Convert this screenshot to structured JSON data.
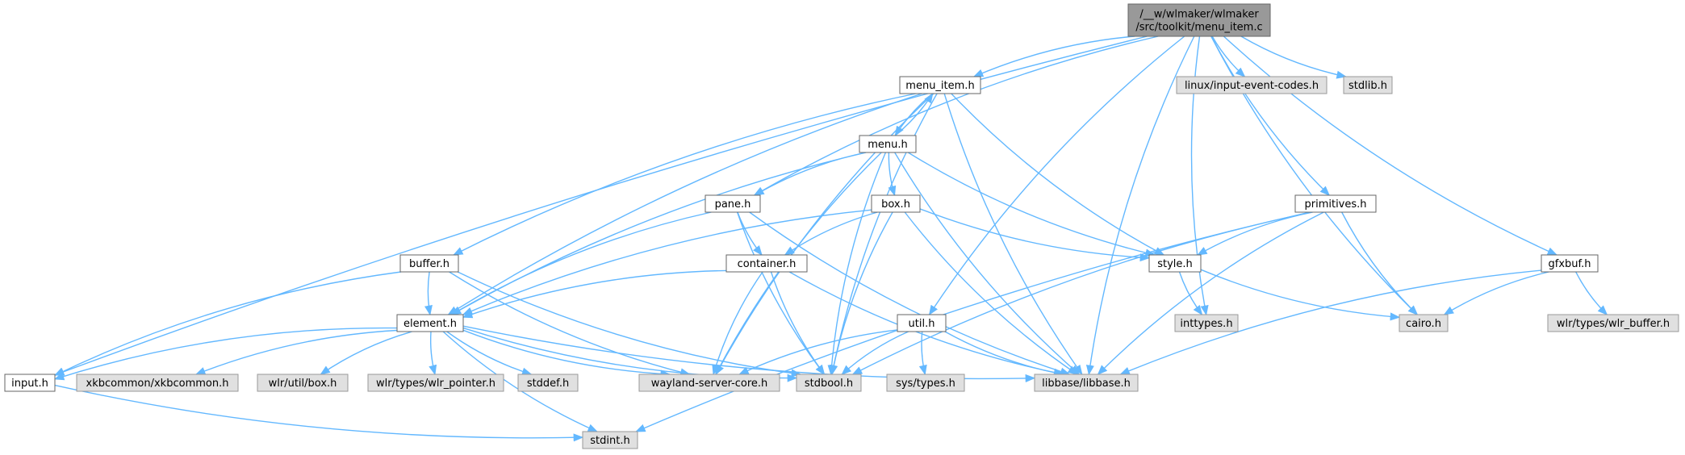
{
  "colors": {
    "edge": "#63b8ff",
    "root_fill": "#999999",
    "root_stroke": "#666666",
    "doc_fill": "#ffffff",
    "doc_stroke": "#666666",
    "ext_fill": "#e0e0e0",
    "ext_stroke": "#999999"
  },
  "nodes": [
    {
      "id": "root",
      "kind": "root",
      "lines": [
        "/__w/wlmaker/wlmaker",
        "/src/toolkit/menu_item.c"
      ]
    },
    {
      "id": "menu_item_h",
      "kind": "doc",
      "lines": [
        "menu_item.h"
      ]
    },
    {
      "id": "linux_input",
      "kind": "ext",
      "lines": [
        "linux/input-event-codes.h"
      ]
    },
    {
      "id": "stdlib_h",
      "kind": "ext",
      "lines": [
        "stdlib.h"
      ]
    },
    {
      "id": "menu_h",
      "kind": "doc",
      "lines": [
        "menu.h"
      ]
    },
    {
      "id": "pane_h",
      "kind": "doc",
      "lines": [
        "pane.h"
      ]
    },
    {
      "id": "box_h",
      "kind": "doc",
      "lines": [
        "box.h"
      ]
    },
    {
      "id": "primitives_h",
      "kind": "doc",
      "lines": [
        "primitives.h"
      ]
    },
    {
      "id": "buffer_h",
      "kind": "doc",
      "lines": [
        "buffer.h"
      ]
    },
    {
      "id": "container_h",
      "kind": "doc",
      "lines": [
        "container.h"
      ]
    },
    {
      "id": "style_h",
      "kind": "doc",
      "lines": [
        "style.h"
      ]
    },
    {
      "id": "gfxbuf_h",
      "kind": "doc",
      "lines": [
        "gfxbuf.h"
      ]
    },
    {
      "id": "element_h",
      "kind": "doc",
      "lines": [
        "element.h"
      ]
    },
    {
      "id": "util_h",
      "kind": "doc",
      "lines": [
        "util.h"
      ]
    },
    {
      "id": "inttypes_h",
      "kind": "ext",
      "lines": [
        "inttypes.h"
      ]
    },
    {
      "id": "cairo_h",
      "kind": "ext",
      "lines": [
        "cairo.h"
      ]
    },
    {
      "id": "wlr_buffer_h",
      "kind": "ext",
      "lines": [
        "wlr/types/wlr_buffer.h"
      ]
    },
    {
      "id": "input_h",
      "kind": "doc",
      "lines": [
        "input.h"
      ]
    },
    {
      "id": "xkbcommon_h",
      "kind": "ext",
      "lines": [
        "xkbcommon/xkbcommon.h"
      ]
    },
    {
      "id": "wlr_box_h",
      "kind": "ext",
      "lines": [
        "wlr/util/box.h"
      ]
    },
    {
      "id": "wlr_pointer_h",
      "kind": "ext",
      "lines": [
        "wlr/types/wlr_pointer.h"
      ]
    },
    {
      "id": "stddef_h",
      "kind": "ext",
      "lines": [
        "stddef.h"
      ]
    },
    {
      "id": "wayland_h",
      "kind": "ext",
      "lines": [
        "wayland-server-core.h"
      ]
    },
    {
      "id": "stdbool_h",
      "kind": "ext",
      "lines": [
        "stdbool.h"
      ]
    },
    {
      "id": "sys_types_h",
      "kind": "ext",
      "lines": [
        "sys/types.h"
      ]
    },
    {
      "id": "libbase_h",
      "kind": "ext",
      "lines": [
        "libbase/libbase.h"
      ]
    },
    {
      "id": "stdint_h",
      "kind": "ext",
      "lines": [
        "stdint.h"
      ]
    }
  ],
  "edges": [
    [
      "root",
      "menu_item_h"
    ],
    [
      "root",
      "linux_input"
    ],
    [
      "root",
      "stdlib_h"
    ],
    [
      "root",
      "pane_h"
    ],
    [
      "root",
      "primitives_h"
    ],
    [
      "root",
      "gfxbuf_h"
    ],
    [
      "root",
      "util_h"
    ],
    [
      "root",
      "inttypes_h"
    ],
    [
      "root",
      "cairo_h"
    ],
    [
      "root",
      "input_h"
    ],
    [
      "root",
      "libbase_h"
    ],
    [
      "menu_item_h",
      "menu_h"
    ],
    [
      "menu_item_h",
      "buffer_h"
    ],
    [
      "menu_item_h",
      "element_h"
    ],
    [
      "menu_item_h",
      "style_h"
    ],
    [
      "menu_item_h",
      "wayland_h"
    ],
    [
      "menu_item_h",
      "stdbool_h"
    ],
    [
      "menu_item_h",
      "libbase_h"
    ],
    [
      "menu_h",
      "menu_item_h"
    ],
    [
      "menu_h",
      "pane_h"
    ],
    [
      "menu_h",
      "box_h"
    ],
    [
      "menu_h",
      "element_h"
    ],
    [
      "menu_h",
      "style_h"
    ],
    [
      "menu_h",
      "wayland_h"
    ],
    [
      "menu_h",
      "stdbool_h"
    ],
    [
      "menu_h",
      "libbase_h"
    ],
    [
      "pane_h",
      "container_h"
    ],
    [
      "pane_h",
      "element_h"
    ],
    [
      "pane_h",
      "stdbool_h"
    ],
    [
      "pane_h",
      "libbase_h"
    ],
    [
      "box_h",
      "container_h"
    ],
    [
      "box_h",
      "element_h"
    ],
    [
      "box_h",
      "style_h"
    ],
    [
      "box_h",
      "stdbool_h"
    ],
    [
      "box_h",
      "libbase_h"
    ],
    [
      "container_h",
      "element_h"
    ],
    [
      "container_h",
      "wayland_h"
    ],
    [
      "container_h",
      "stdbool_h"
    ],
    [
      "container_h",
      "libbase_h"
    ],
    [
      "buffer_h",
      "element_h"
    ],
    [
      "buffer_h",
      "input_h"
    ],
    [
      "buffer_h",
      "wayland_h"
    ],
    [
      "buffer_h",
      "stdbool_h"
    ],
    [
      "primitives_h",
      "style_h"
    ],
    [
      "primitives_h",
      "cairo_h"
    ],
    [
      "primitives_h",
      "stdbool_h"
    ],
    [
      "primitives_h",
      "libbase_h"
    ],
    [
      "primitives_h",
      "stdint_h"
    ],
    [
      "style_h",
      "inttypes_h"
    ],
    [
      "style_h",
      "cairo_h"
    ],
    [
      "gfxbuf_h",
      "cairo_h"
    ],
    [
      "gfxbuf_h",
      "wlr_buffer_h"
    ],
    [
      "gfxbuf_h",
      "libbase_h"
    ],
    [
      "util_h",
      "wayland_h"
    ],
    [
      "util_h",
      "sys_types_h"
    ],
    [
      "util_h",
      "stdbool_h"
    ],
    [
      "util_h",
      "libbase_h"
    ],
    [
      "element_h",
      "input_h"
    ],
    [
      "element_h",
      "xkbcommon_h"
    ],
    [
      "element_h",
      "wlr_box_h"
    ],
    [
      "element_h",
      "wlr_pointer_h"
    ],
    [
      "element_h",
      "stddef_h"
    ],
    [
      "element_h",
      "wayland_h"
    ],
    [
      "element_h",
      "stdbool_h"
    ],
    [
      "element_h",
      "stdint_h"
    ],
    [
      "element_h",
      "libbase_h"
    ],
    [
      "input_h",
      "stdint_h"
    ]
  ]
}
